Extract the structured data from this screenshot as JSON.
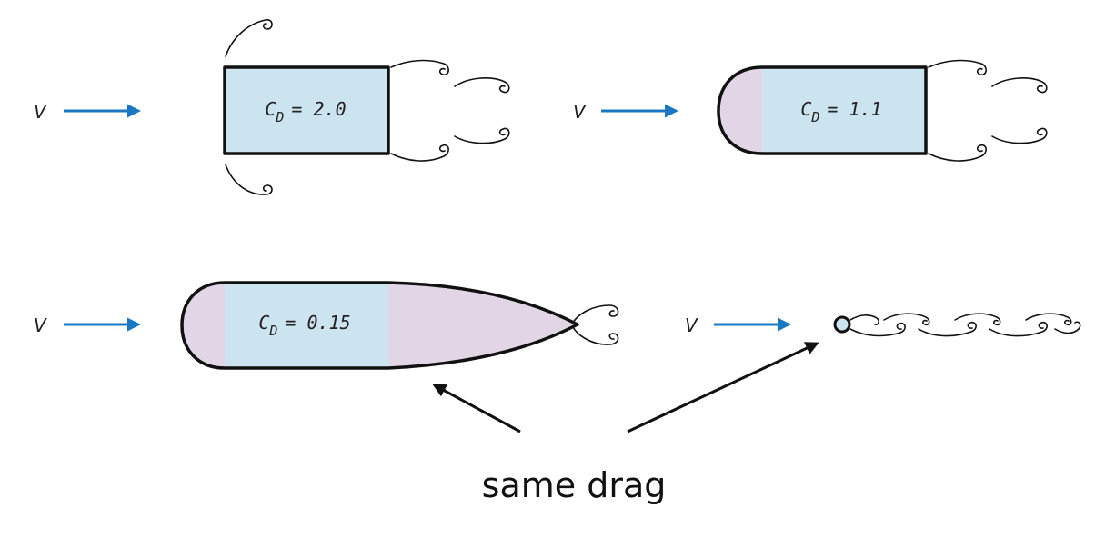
{
  "velocity_symbol": "V",
  "bodies": [
    {
      "shape": "flat-plate",
      "cd_prefix": "C",
      "cd_sub": "D",
      "cd_value": "= 2.0"
    },
    {
      "shape": "half-round-nose",
      "cd_prefix": "C",
      "cd_sub": "D",
      "cd_value": "= 1.1"
    },
    {
      "shape": "streamlined-airfoil",
      "cd_prefix": "C",
      "cd_sub": "D",
      "cd_value": "= 0.15"
    },
    {
      "shape": "small-cylinder",
      "cd_prefix": "",
      "cd_sub": "",
      "cd_value": ""
    }
  ],
  "caption": "same drag",
  "colors": {
    "body_fill": "#cce3f0",
    "nose_tail_fill": "#e2d5e6",
    "flow_arrow": "#1a78c2",
    "outline": "#111111"
  }
}
